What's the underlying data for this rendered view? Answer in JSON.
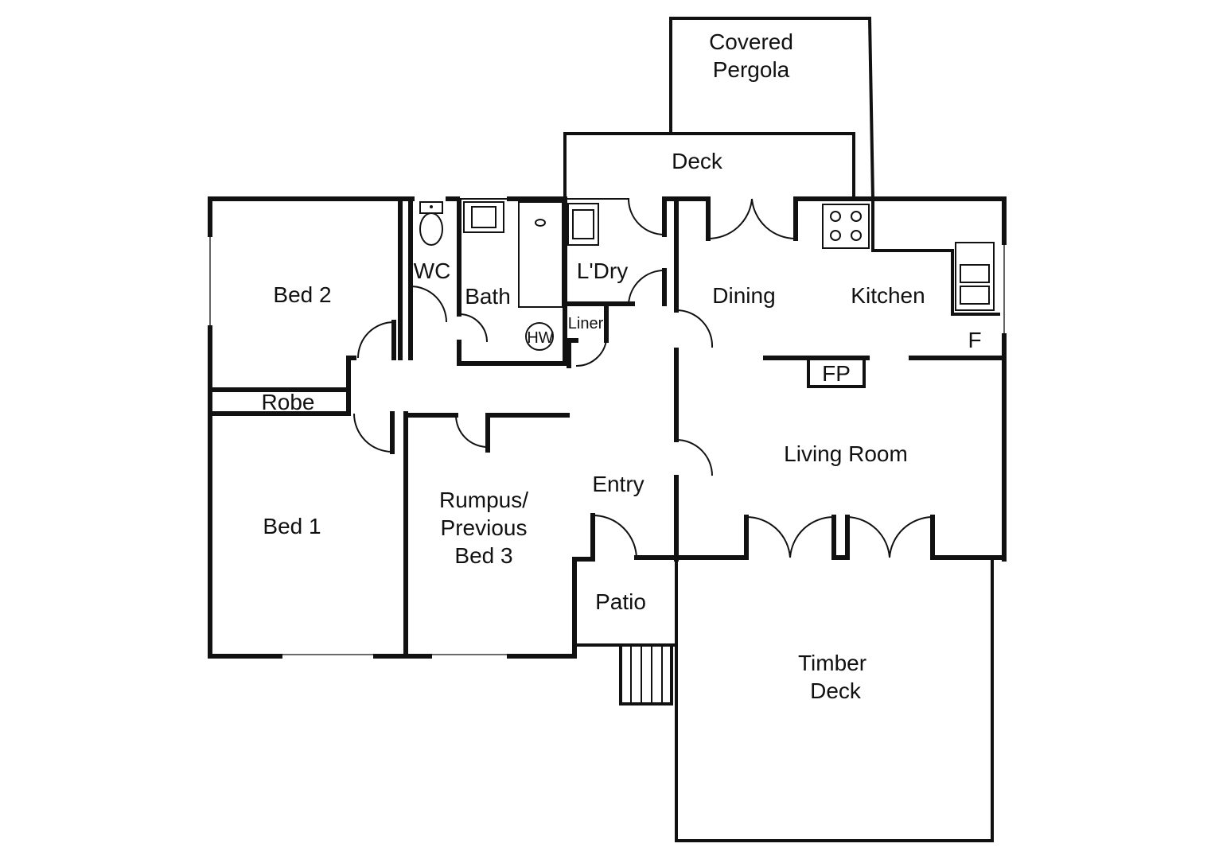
{
  "rooms": {
    "covered_pergola_1": "Covered",
    "covered_pergola_2": "Pergola",
    "deck": "Deck",
    "bed2": "Bed 2",
    "wc": "WC",
    "bath": "Bath",
    "laundry": "L'Dry",
    "liner": "Liner",
    "hw": "HW",
    "dining": "Dining",
    "kitchen": "Kitchen",
    "fridge": "F",
    "fireplace": "FP",
    "robe": "Robe",
    "living_room": "Living Room",
    "entry": "Entry",
    "rumpus_1": "Rumpus/",
    "rumpus_2": "Previous",
    "rumpus_3": "Bed 3",
    "bed1": "Bed 1",
    "patio": "Patio",
    "timber_deck_1": "Timber",
    "timber_deck_2": "Deck"
  },
  "colors": {
    "wall": "#111111",
    "background": "#ffffff"
  }
}
